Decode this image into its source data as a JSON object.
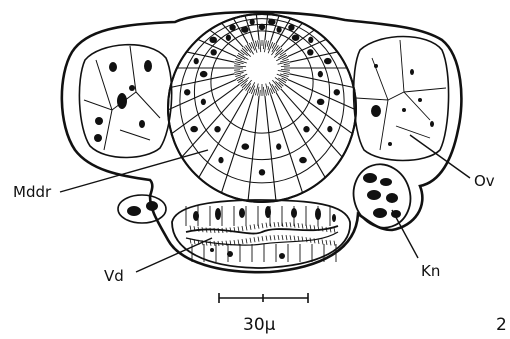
{
  "labels": {
    "mddr": "Mddr",
    "ov": "Ov",
    "vd": "Vd",
    "kn": "Kn"
  },
  "scale_bar": {
    "value": 30,
    "unit": "μ",
    "text": "30μ"
  },
  "figure_number": "2",
  "colors": {
    "ink": "#111111",
    "background": "#ffffff"
  }
}
